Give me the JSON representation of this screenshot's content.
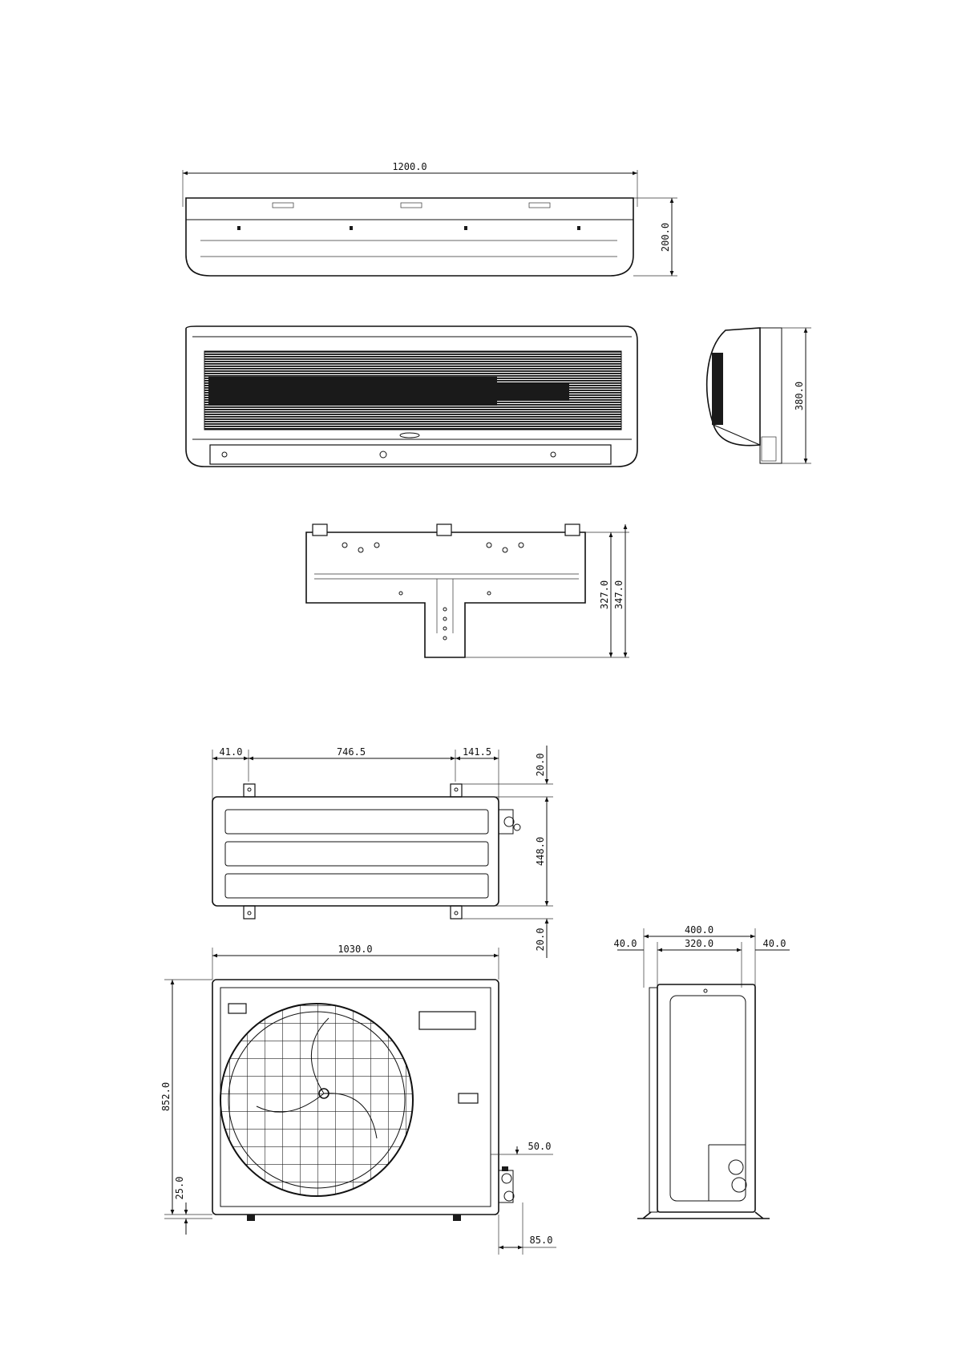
{
  "indoor_unit": {
    "top_view": {
      "width_label": "1200.0",
      "depth_label": "200.0"
    },
    "side_view": {
      "height_label": "380.0"
    },
    "mounting_plate": {
      "height_label_inner": "327.0",
      "height_label_outer": "347.0"
    }
  },
  "outdoor_unit": {
    "top_view": {
      "left_offset_label": "41.0",
      "foot_spacing_label": "746.5",
      "right_offset_label": "141.5",
      "top_margin_label": "20.0",
      "depth_label": "448.0",
      "bottom_margin_label": "20.0"
    },
    "front_view": {
      "width_label": "1030.0",
      "height_label": "852.0",
      "base_label": "25.0",
      "valve_height_label": "50.0",
      "valve_offset_label": "85.0"
    },
    "side_view": {
      "overall_width_label": "400.0",
      "foot_spacing_label": "320.0",
      "left_overhang_label": "40.0",
      "right_overhang_label": "40.0"
    }
  },
  "colors": {
    "line": "#111111",
    "background": "#ffffff"
  }
}
